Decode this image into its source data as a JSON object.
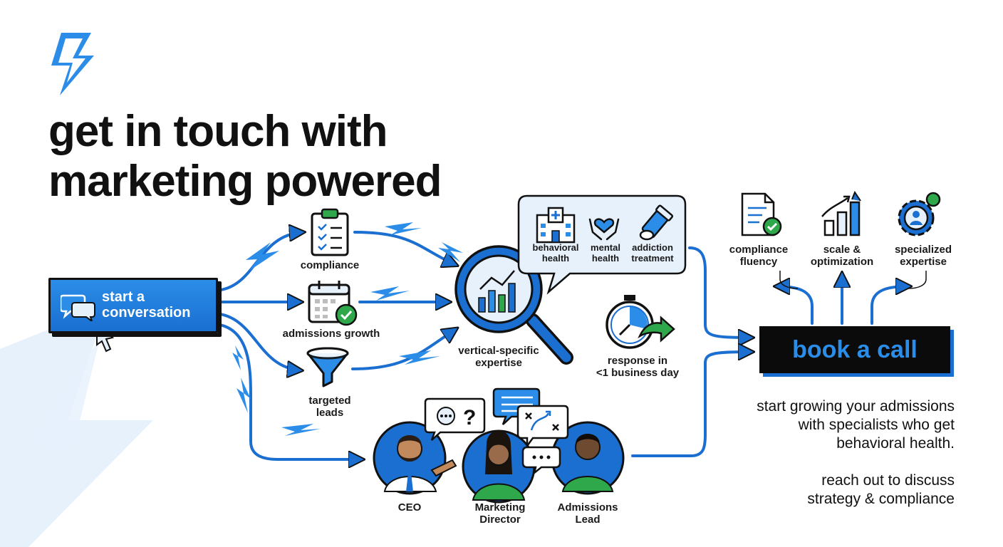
{
  "headline": {
    "line1": "get in touch with",
    "line2": "marketing powered"
  },
  "start_button": {
    "line1": "start a",
    "line2": "conversation"
  },
  "services": [
    {
      "label": "compliance"
    },
    {
      "label": "admissions growth"
    },
    {
      "label": "targeted\nleads"
    }
  ],
  "expertise": {
    "label": "vertical-specific\nexpertise",
    "bubble_items": [
      {
        "label": "behavioral\nhealth"
      },
      {
        "label": "mental\nhealth"
      },
      {
        "label": "addiction\ntreatment"
      }
    ]
  },
  "response": {
    "label": "response in\n<1 business day"
  },
  "benefits": [
    {
      "label": "compliance\nfluency"
    },
    {
      "label": "scale &\noptimization"
    },
    {
      "label": "specialized\nexpertise"
    }
  ],
  "team": [
    {
      "role": "CEO"
    },
    {
      "role": "Marketing\nDirector"
    },
    {
      "role": "Admissions\nLead"
    }
  ],
  "book_button": {
    "label": "book a call"
  },
  "cta": {
    "paragraph1": "start growing your admissions\nwith specialists who get\nbehavioral health.",
    "paragraph2": "reach out to discuss\nstrategy & compliance"
  },
  "colors": {
    "primary_blue": "#1a6fd0",
    "light_blue": "#2b8de8",
    "pale_blue": "#e6f1fc",
    "accent_green": "#2ea84a",
    "ink": "#111111"
  }
}
